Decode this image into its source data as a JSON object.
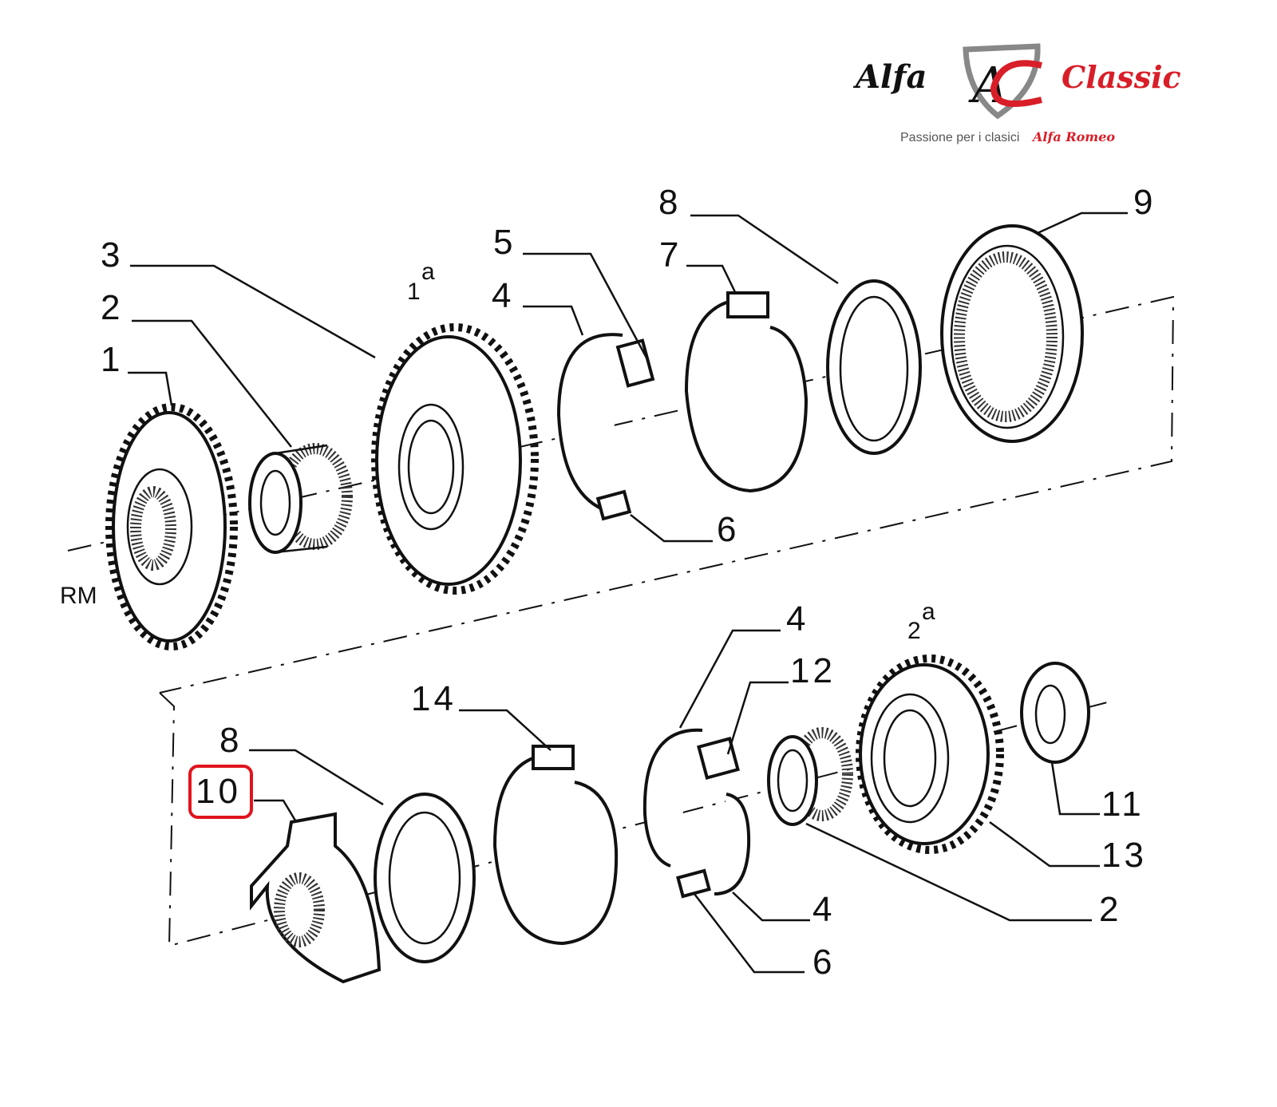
{
  "logo": {
    "left_word": "Alfa",
    "emblem": "AC",
    "right_word": "Classic",
    "tagline": "Passione per i clasici",
    "tagline_brand": "Alfa Romeo",
    "accent_color": "#d81e28"
  },
  "callouts_top": {
    "c3": "3",
    "c2": "2",
    "c1": "1",
    "gear_first": "1",
    "gear_first_sup": "a",
    "c5": "5",
    "c4": "4",
    "c8": "8",
    "c7": "7",
    "c9": "9",
    "c6": "6",
    "rm": "RM"
  },
  "callouts_bottom": {
    "c4a": "4",
    "gear_second": "2",
    "gear_second_sup": "a",
    "c12": "12",
    "c14": "14",
    "c8": "8",
    "c10": "10",
    "c11": "11",
    "c13": "13",
    "c2": "2",
    "c4b": "4",
    "c6": "6"
  },
  "highlight": {
    "part": "10",
    "color": "#e0141e"
  }
}
